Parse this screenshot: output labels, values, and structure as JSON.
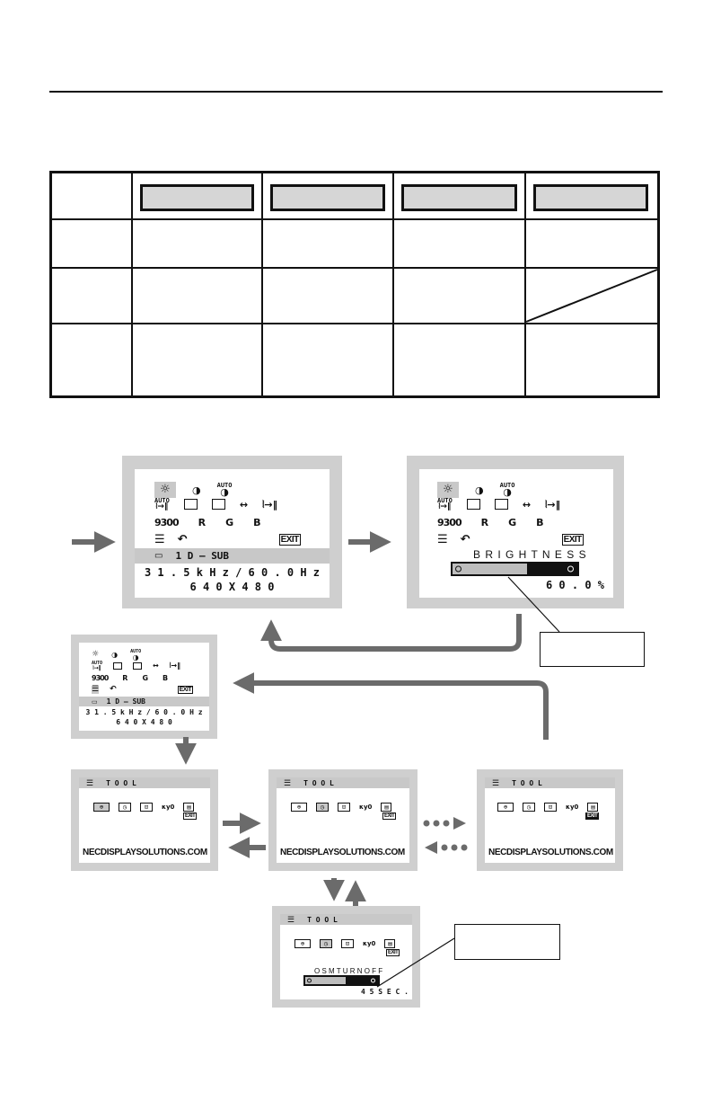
{
  "key_table": {
    "rows": 4,
    "columns": 5
  },
  "osd_main": {
    "icons": {
      "row1": [
        "brightness-icon",
        "contrast-icon",
        "auto-contrast-icon"
      ],
      "row2": [
        "auto-adjust-icon",
        "left-right-icon",
        "up-down-icon",
        "h-size-icon",
        "fine-icon"
      ],
      "row3": [
        "color-9300-icon",
        "red-icon",
        "green-icon",
        "blue-icon"
      ],
      "row4": [
        "tool-icon",
        "factory-preset-icon",
        "exit-icon"
      ]
    },
    "auto_label": "AUTO",
    "color_temp_label": "9300",
    "r_label": "R",
    "g_label": "G",
    "b_label": "B",
    "exit_label": "EXIT",
    "input_label": "1  D – SUB",
    "freq_text": "3 1 . 5 k H z /   6 0 . 0 H z",
    "resolution_text": "6 4 0 X 4 8 0"
  },
  "osd_brightness": {
    "label": "B R I G H T N E S S",
    "value_text": "6 0 . 0 %",
    "level": 0.6
  },
  "osd_small": {
    "freq_text": "3 1 . 5 k H z /   6 0 . 0 H z",
    "resolution_text": "6 4 0 X 4 8 0"
  },
  "tool_menu": {
    "header_label": "T O O L",
    "url_text": "NECDISPLAYSOLUTIONS.COM",
    "icons": [
      "osm-position-icon",
      "osm-turn-off-icon",
      "osm-lock-out-icon",
      "hot-key-icon",
      "information-icon",
      "exit-icon"
    ]
  },
  "osm_turn_off": {
    "label": "O S M  T U R N  O F F",
    "value_text": "4 5 S E C .",
    "level": 0.55
  }
}
